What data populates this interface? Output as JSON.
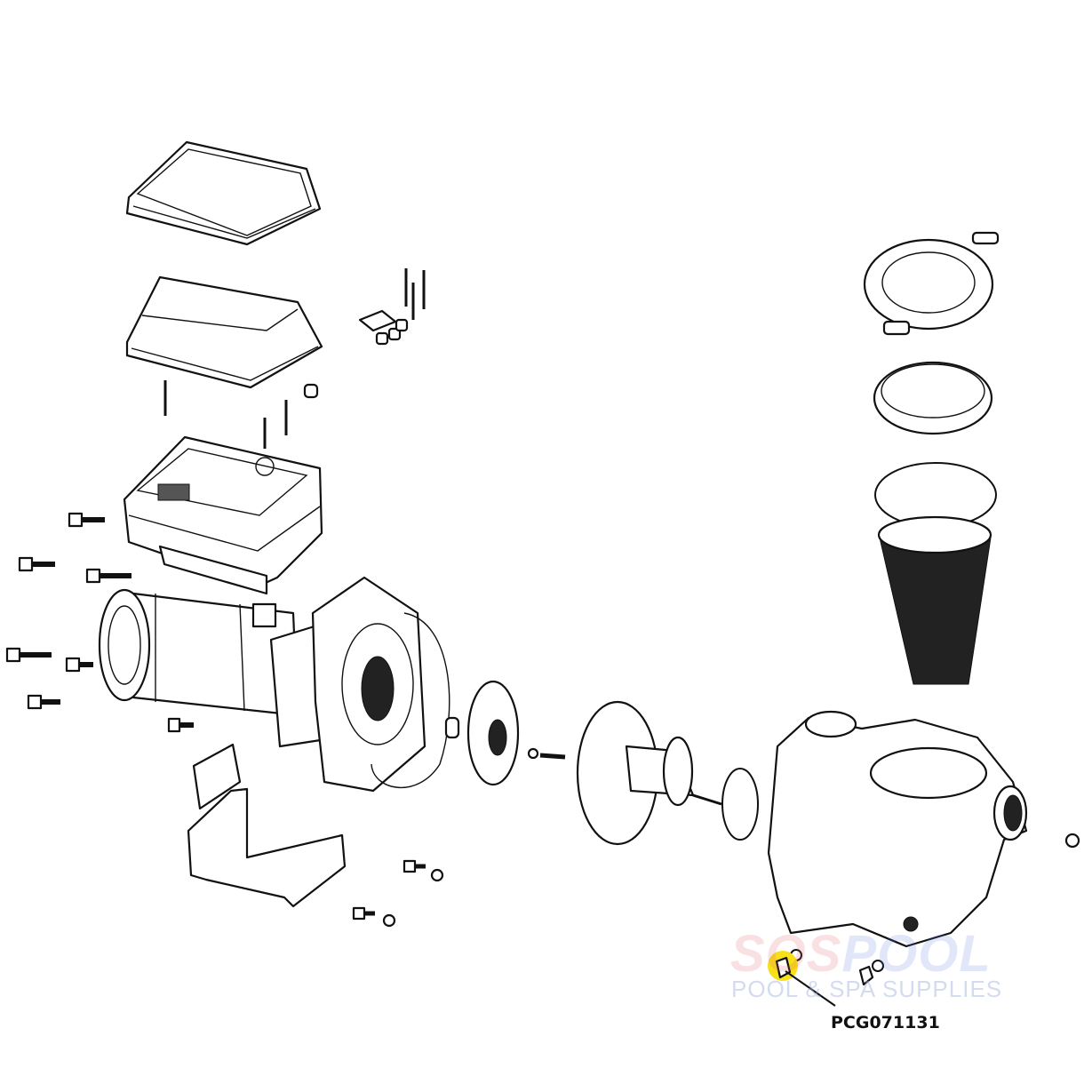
{
  "diagram": {
    "callout": {
      "part_number": "PCG071131",
      "highlight_color": "#f7e01a"
    },
    "watermark": {
      "brand_left": "SOS",
      "brand_right": "POOL",
      "tagline": "POOL & SPA SUPPLIES",
      "left_color": "#e8a0a8",
      "right_color": "#a9b8ea"
    }
  }
}
